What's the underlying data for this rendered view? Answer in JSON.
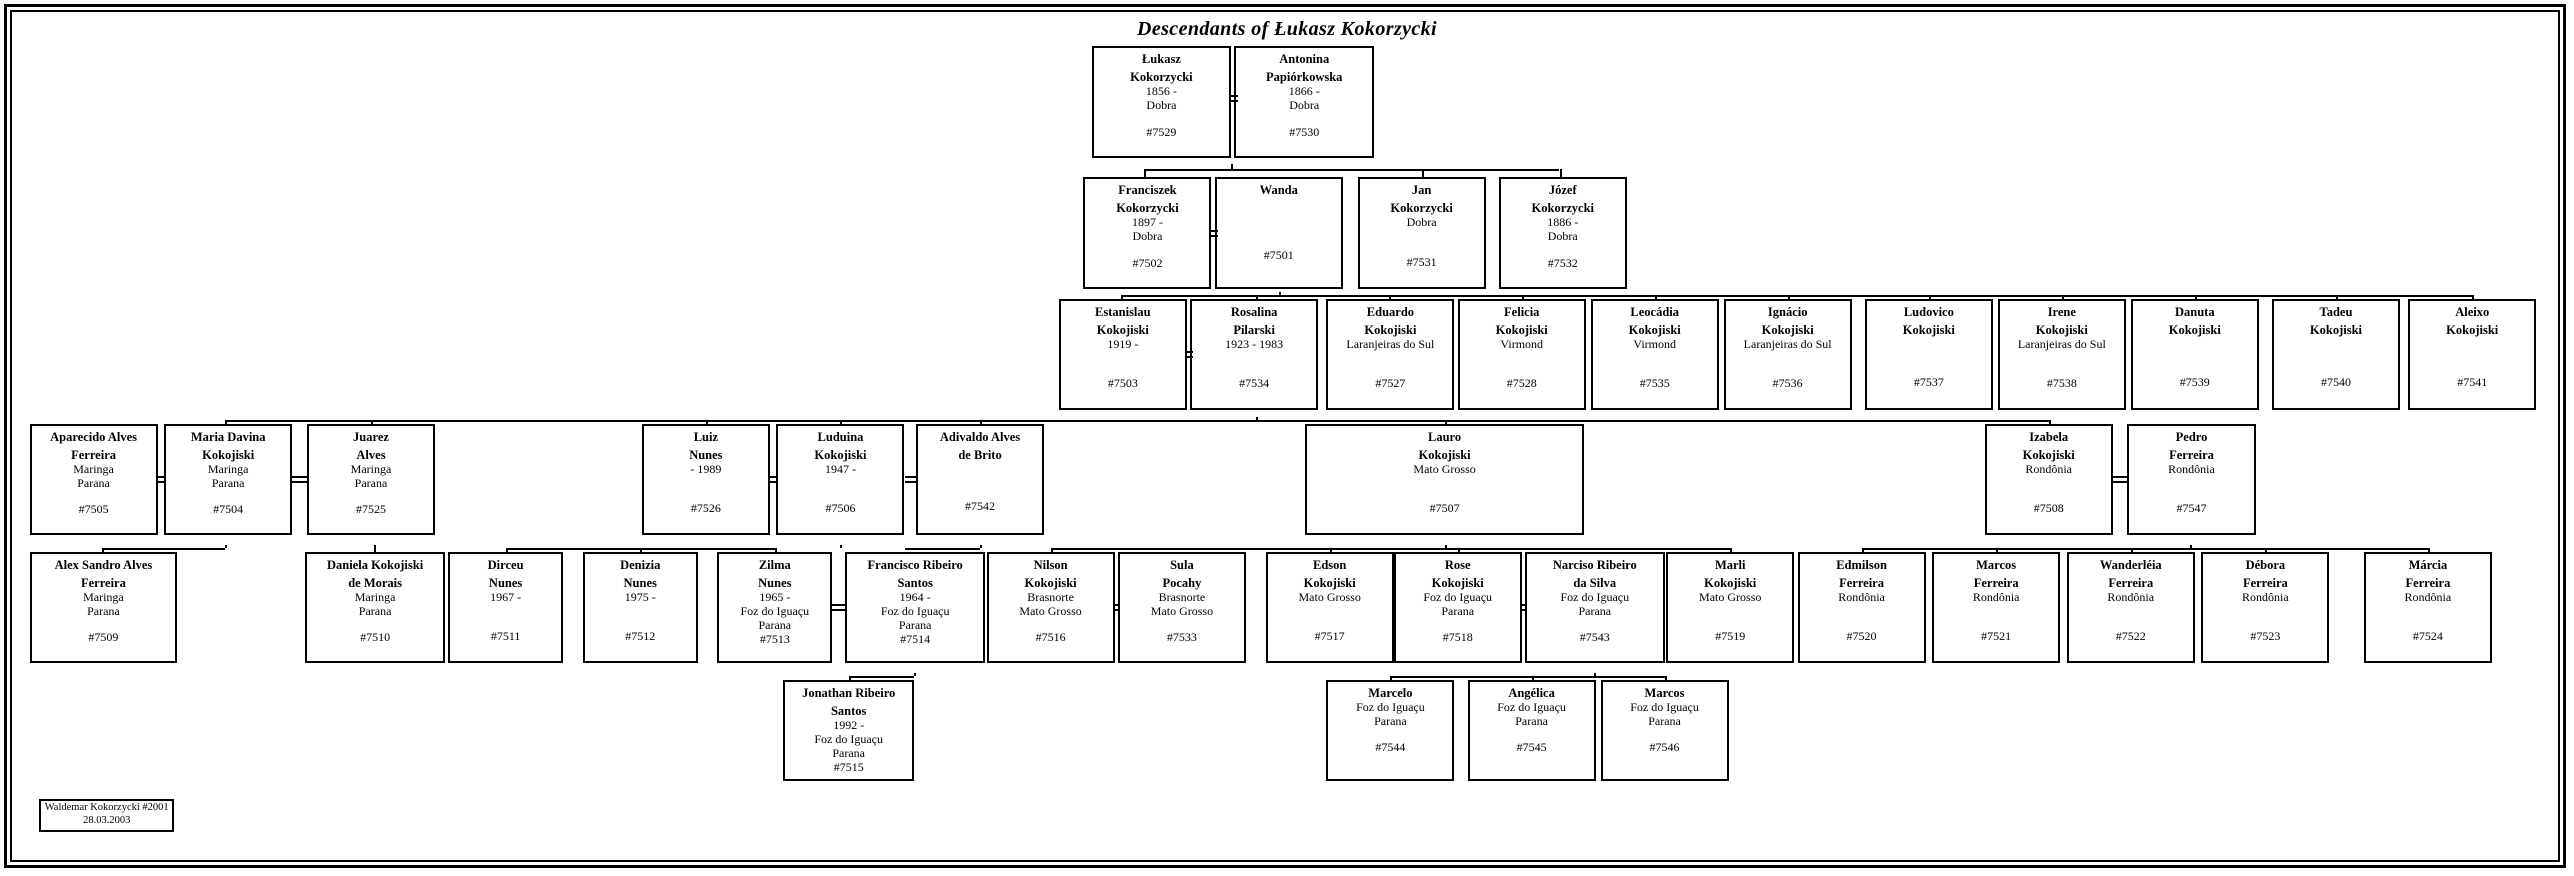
{
  "title": "Descendants of Łukasz Kokorzycki",
  "footer": {
    "line1": "Waldemar Kokorzycki #2001",
    "line2": "28.03.2003"
  },
  "colors": {
    "background": "#ffffff",
    "line": "#000000",
    "box_fill": "#ffffff",
    "text": "#000000"
  },
  "people": [
    {
      "id": "p7529",
      "name1": "Łukasz",
      "name2": "Kokorzycki",
      "dates": "1856 -",
      "place1": "Dobra",
      "place2": "",
      "ref": "#7529"
    },
    {
      "id": "p7530",
      "name1": "Antonina",
      "name2": "Papiórkowska",
      "dates": "1866 -",
      "place1": "Dobra",
      "place2": "",
      "ref": "#7530"
    },
    {
      "id": "p7502",
      "name1": "Franciszek",
      "name2": "Kokorzycki",
      "dates": "1897 -",
      "place1": "Dobra",
      "place2": "",
      "ref": "#7502"
    },
    {
      "id": "p7501",
      "name1": "Wanda",
      "name2": "",
      "dates": "",
      "place1": "",
      "place2": "",
      "ref": "#7501"
    },
    {
      "id": "p7531",
      "name1": "Jan",
      "name2": "Kokorzycki",
      "dates": "",
      "place1": "Dobra",
      "place2": "",
      "ref": "#7531"
    },
    {
      "id": "p7532",
      "name1": "Józef",
      "name2": "Kokorzycki",
      "dates": "1886 -",
      "place1": "Dobra",
      "place2": "",
      "ref": "#7532"
    },
    {
      "id": "p7503",
      "name1": "Estanislau",
      "name2": "Kokojiski",
      "dates": "1919 -",
      "place1": "",
      "place2": "",
      "ref": "#7503"
    },
    {
      "id": "p7534",
      "name1": "Rosalina",
      "name2": "Pilarski",
      "dates": "1923 - 1983",
      "place1": "",
      "place2": "",
      "ref": "#7534"
    },
    {
      "id": "p7527",
      "name1": "Eduardo",
      "name2": "Kokojiski",
      "dates": "",
      "place1": "Laranjeiras do Sul",
      "place2": "",
      "ref": "#7527"
    },
    {
      "id": "p7528",
      "name1": "Felicia",
      "name2": "Kokojiski",
      "dates": "",
      "place1": "Virmond",
      "place2": "",
      "ref": "#7528"
    },
    {
      "id": "p7535",
      "name1": "Leocádia",
      "name2": "Kokojiski",
      "dates": "",
      "place1": "Virmond",
      "place2": "",
      "ref": "#7535"
    },
    {
      "id": "p7536",
      "name1": "Ignácio",
      "name2": "Kokojiski",
      "dates": "",
      "place1": "Laranjeiras do Sul",
      "place2": "",
      "ref": "#7536"
    },
    {
      "id": "p7537",
      "name1": "Ludovico",
      "name2": "Kokojiski",
      "dates": "",
      "place1": "",
      "place2": "",
      "ref": "#7537"
    },
    {
      "id": "p7538",
      "name1": "Irene",
      "name2": "Kokojiski",
      "dates": "",
      "place1": "Laranjeiras do Sul",
      "place2": "",
      "ref": "#7538"
    },
    {
      "id": "p7539",
      "name1": "Danuta",
      "name2": "Kokojiski",
      "dates": "",
      "place1": "",
      "place2": "",
      "ref": "#7539"
    },
    {
      "id": "p7540",
      "name1": "Tadeu",
      "name2": "Kokojiski",
      "dates": "",
      "place1": "",
      "place2": "",
      "ref": "#7540"
    },
    {
      "id": "p7541",
      "name1": "Aleixo",
      "name2": "Kokojiski",
      "dates": "",
      "place1": "",
      "place2": "",
      "ref": "#7541"
    },
    {
      "id": "p7505",
      "name1": "Aparecido Alves",
      "name2": "Ferreira",
      "dates": "",
      "place1": "Maringa",
      "place2": "Parana",
      "ref": "#7505"
    },
    {
      "id": "p7504",
      "name1": "Maria Davina",
      "name2": "Kokojiski",
      "dates": "",
      "place1": "Maringa",
      "place2": "Parana",
      "ref": "#7504"
    },
    {
      "id": "p7525",
      "name1": "Juarez",
      "name2": "Alves",
      "dates": "",
      "place1": "Maringa",
      "place2": "Parana",
      "ref": "#7525"
    },
    {
      "id": "p7526",
      "name1": "Luiz",
      "name2": "Nunes",
      "dates": "- 1989",
      "place1": "",
      "place2": "",
      "ref": "#7526"
    },
    {
      "id": "p7506",
      "name1": "Luduina",
      "name2": "Kokojiski",
      "dates": "1947 -",
      "place1": "",
      "place2": "",
      "ref": "#7506"
    },
    {
      "id": "p7542",
      "name1": "Adivaldo Alves",
      "name2": "de Brito",
      "dates": "",
      "place1": "",
      "place2": "",
      "ref": "#7542"
    },
    {
      "id": "p7507",
      "name1": "Lauro",
      "name2": "Kokojiski",
      "dates": "",
      "place1": "Mato Grosso",
      "place2": "",
      "ref": "#7507"
    },
    {
      "id": "p7508",
      "name1": "Izabela",
      "name2": "Kokojiski",
      "dates": "",
      "place1": "Rondônia",
      "place2": "",
      "ref": "#7508"
    },
    {
      "id": "p7547",
      "name1": "Pedro",
      "name2": "Ferreira",
      "dates": "",
      "place1": "Rondônia",
      "place2": "",
      "ref": "#7547"
    },
    {
      "id": "p7509",
      "name1": "Alex Sandro Alves",
      "name2": "Ferreira",
      "dates": "",
      "place1": "Maringa",
      "place2": "Parana",
      "ref": "#7509"
    },
    {
      "id": "p7510",
      "name1": "Daniela Kokojiski",
      "name2": "de Morais",
      "dates": "",
      "place1": "Maringa",
      "place2": "Parana",
      "ref": "#7510"
    },
    {
      "id": "p7511",
      "name1": "Dirceu",
      "name2": "Nunes",
      "dates": "1967 -",
      "place1": "",
      "place2": "",
      "ref": "#7511"
    },
    {
      "id": "p7512",
      "name1": "Denizia",
      "name2": "Nunes",
      "dates": "1975 -",
      "place1": "",
      "place2": "",
      "ref": "#7512"
    },
    {
      "id": "p7513",
      "name1": "Zilma",
      "name2": "Nunes",
      "dates": "1965 -",
      "place1": "Foz do Iguaçu",
      "place2": "Parana",
      "ref": "#7513"
    },
    {
      "id": "p7514",
      "name1": "Francisco Ribeiro",
      "name2": "Santos",
      "dates": "1964 -",
      "place1": "Foz do Iguaçu",
      "place2": "Parana",
      "ref": "#7514"
    },
    {
      "id": "p7516",
      "name1": "Nilson",
      "name2": "Kokojiski",
      "dates": "",
      "place1": "Brasnorte",
      "place2": "Mato Grosso",
      "ref": "#7516"
    },
    {
      "id": "p7533",
      "name1": "Sula",
      "name2": "Pocahy",
      "dates": "",
      "place1": "Brasnorte",
      "place2": "Mato Grosso",
      "ref": "#7533"
    },
    {
      "id": "p7517",
      "name1": "Edson",
      "name2": "Kokojiski",
      "dates": "",
      "place1": "Mato Grosso",
      "place2": "",
      "ref": "#7517"
    },
    {
      "id": "p7518",
      "name1": "Rose",
      "name2": "Kokojiski",
      "dates": "",
      "place1": "Foz do Iguaçu",
      "place2": "Parana",
      "ref": "#7518"
    },
    {
      "id": "p7543",
      "name1": "Narciso Ribeiro",
      "name2": "da Silva",
      "dates": "",
      "place1": "Foz do Iguaçu",
      "place2": "Parana",
      "ref": "#7543"
    },
    {
      "id": "p7519",
      "name1": "Marli",
      "name2": "Kokojiski",
      "dates": "",
      "place1": "Mato Grosso",
      "place2": "",
      "ref": "#7519"
    },
    {
      "id": "p7520",
      "name1": "Edmilson",
      "name2": "Ferreira",
      "dates": "",
      "place1": "Rondônia",
      "place2": "",
      "ref": "#7520"
    },
    {
      "id": "p7521",
      "name1": "Marcos",
      "name2": "Ferreira",
      "dates": "",
      "place1": "Rondônia",
      "place2": "",
      "ref": "#7521"
    },
    {
      "id": "p7522",
      "name1": "Wanderléia",
      "name2": "Ferreira",
      "dates": "",
      "place1": "Rondônia",
      "place2": "",
      "ref": "#7522"
    },
    {
      "id": "p7523",
      "name1": "Débora",
      "name2": "Ferreira",
      "dates": "",
      "place1": "Rondônia",
      "place2": "",
      "ref": "#7523"
    },
    {
      "id": "p7524",
      "name1": "Márcia",
      "name2": "Ferreira",
      "dates": "",
      "place1": "Rondônia",
      "place2": "",
      "ref": "#7524"
    },
    {
      "id": "p7515",
      "name1": "Jonathan Ribeiro",
      "name2": "Santos",
      "dates": "1992 -",
      "place1": "Foz do Iguaçu",
      "place2": "Parana",
      "ref": "#7515"
    },
    {
      "id": "p7544",
      "name1": "Marcelo",
      "name2": "",
      "dates": "",
      "place1": "Foz do Iguaçu",
      "place2": "Parana",
      "ref": "#7544"
    },
    {
      "id": "p7545",
      "name1": "Angélica",
      "name2": "",
      "dates": "",
      "place1": "Foz do Iguaçu",
      "place2": "Parana",
      "ref": "#7545"
    },
    {
      "id": "p7546",
      "name1": "Marcos",
      "name2": "",
      "dates": "",
      "place1": "Foz do Iguaçu",
      "place2": "Parana",
      "ref": "#7546"
    }
  ]
}
